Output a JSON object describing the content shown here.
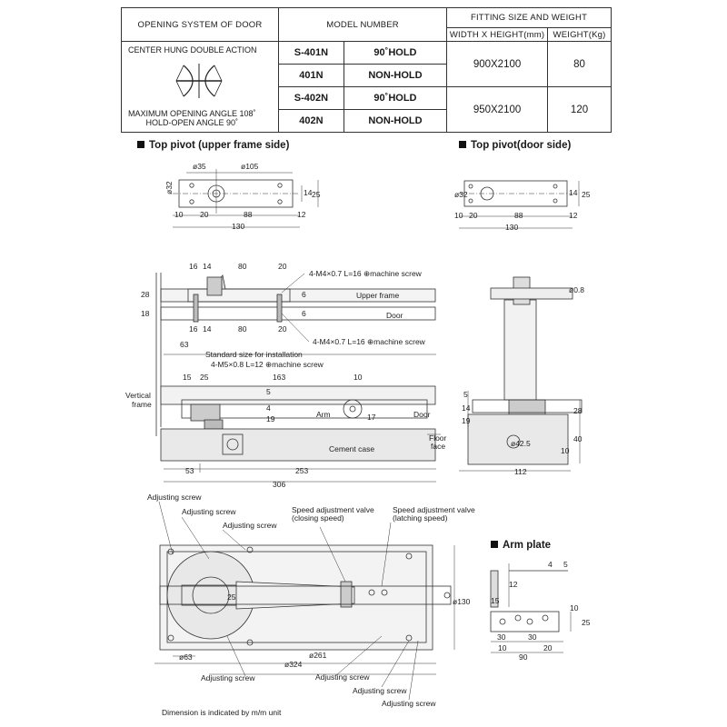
{
  "table": {
    "h_opening": "OPENING SYSTEM OF DOOR",
    "h_model": "MODEL NUMBER",
    "h_fitting": "FITTING SIZE AND WEIGHT",
    "h_wh": "WIDTH X HEIGHT(mm)",
    "h_weight": "WEIGHT(Kg)",
    "system": "CENTER HUNG DOUBLE ACTION",
    "max_angle": "MAXIMUM OPENING ANGLE 108˚",
    "hold_angle": "HOLD-OPEN ANGLE 90˚",
    "rows": [
      {
        "model": "S-401N",
        "type": "90˚HOLD"
      },
      {
        "model": "401N",
        "type": "NON-HOLD"
      },
      {
        "model": "S-402N",
        "type": "90˚HOLD"
      },
      {
        "model": "402N",
        "type": "NON-HOLD"
      }
    ],
    "size_1": "900X2100",
    "weight_1": "80",
    "size_2": "950X2100",
    "weight_2": "120"
  },
  "sections": {
    "top_pivot_upper": "Top pivot (upper frame side)",
    "top_pivot_door": "Top pivot(door side)",
    "arm_plate": "Arm plate"
  },
  "labels": {
    "m4_top": "4-M4×0.7 L=16 ⊕machine screw",
    "m4_bottom": "4-M4×0.7 L=16 ⊕machine screw",
    "upper_frame": "Upper frame",
    "door": "Door",
    "standard_size": "Standard size for installation",
    "m5": "4-M5×0.8 L=12 ⊕machine screw",
    "vertical_frame_1": "Vertical",
    "vertical_frame_2": "frame",
    "arm": "Arm",
    "door2": "Door",
    "floor_face_1": "Floor",
    "floor_face_2": "face",
    "cement_case": "Cement case",
    "adj_1": "Adjusting screw",
    "adj_2": "Adjusting screw",
    "adj_3": "Adjusting screw",
    "adj_4": "Adjusting screw",
    "adj_5": "Adjusting screw",
    "adj_6": "Adjusting screw",
    "adj_7": "Adjusting screw",
    "valve_close_1": "Speed adjustment valve",
    "valve_close_2": "(closing speed)",
    "valve_latch_1": "Speed adjustment valve",
    "valve_latch_2": "(latching speed)",
    "note": "Dimension is indicated by m/m unit"
  },
  "dims": {
    "tp_d35": "ø35",
    "tp_d105": "ø105",
    "tp_d32": "ø32",
    "tp_14": "14",
    "tp_25": "25",
    "tp_10": "10",
    "tp_20": "20",
    "tp_88": "88",
    "tp_12": "12",
    "tp_130": "130",
    "td_d32": "ø32",
    "td_14": "14",
    "td_25": "25",
    "td_10": "10",
    "td_20": "20",
    "td_88": "88",
    "td_12": "12",
    "td_130": "130",
    "s_16a": "16",
    "s_14a": "14",
    "s_80a": "80",
    "s_20a": "20",
    "s_28": "28",
    "s_6a": "6",
    "s_18": "18",
    "s_6b": "6",
    "s_16b": "16",
    "s_14b": "14",
    "s_80b": "80",
    "s_20b": "20",
    "s_63": "63",
    "s_15": "15",
    "s_25": "25",
    "s_163": "163",
    "s_10": "10",
    "s_5": "5",
    "s_4": "4",
    "s_19": "19",
    "s_17": "17",
    "s_53": "53",
    "s_253": "253",
    "s_306": "306",
    "sv_d08": "ø0.8",
    "sv_5": "5",
    "sv_14": "14",
    "sv_19": "19",
    "sv_28": "28",
    "sv_d425": "ø42.5",
    "sv_40": "40",
    "sv_10": "10",
    "sv_112": "112",
    "pl_25a": "25",
    "pl_d63": "ø63",
    "pl_d324": "ø324",
    "pl_d261": "ø261",
    "pl_d130": "ø130",
    "ap_4": "4",
    "ap_5": "5",
    "ap_12": "12",
    "ap_15": "15",
    "ap_10": "10",
    "ap_25": "25",
    "ap_30a": "30",
    "ap_30b": "30",
    "ap_10b": "10",
    "ap_20": "20",
    "ap_90": "90"
  }
}
